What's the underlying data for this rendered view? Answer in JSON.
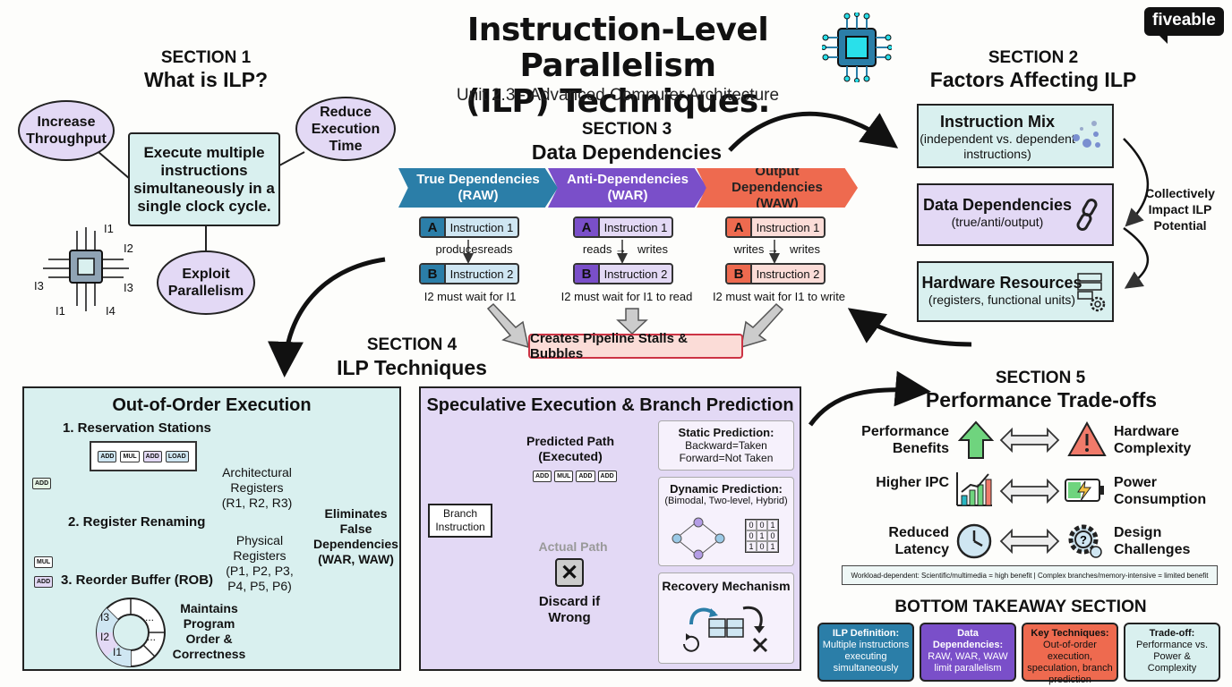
{
  "header": {
    "title_line1": "Instruction-Level Parallelism",
    "title_line2": "(ILP) Techniques.",
    "subtitle": "Unit 2.3 - Advanced Computer Architecture",
    "brand": "fiveable"
  },
  "section1": {
    "label": "SECTION 1",
    "title": "What is ILP?",
    "definition": "Execute multiple instructions simultaneously in a single clock cycle.",
    "bubbles": [
      "Increase Throughput",
      "Reduce Execution Time",
      "Exploit Parallelism"
    ],
    "chip_labels": [
      "I1",
      "I2",
      "I3",
      "I3",
      "I1",
      "I4"
    ]
  },
  "section2": {
    "label": "SECTION 2",
    "title": "Factors Affecting ILP",
    "factors": [
      {
        "title": "Instruction Mix",
        "desc": "(independent vs. dependent instructions)",
        "color": "#d9f0ef"
      },
      {
        "title": "Data Dependencies",
        "desc": "(true/anti/output)",
        "color": "#e3d9f5"
      },
      {
        "title": "Hardware Resources",
        "desc": "(registers, functional units)",
        "color": "#d9f0ef"
      }
    ],
    "impact": "Collectively Impact ILP Potential"
  },
  "section3": {
    "label": "SECTION 3",
    "title": "Data Dependencies",
    "deps": [
      {
        "name": "True Dependencies (RAW)",
        "color": "#2b7ea8",
        "light": "#cfe6f2",
        "a": "A",
        "b": "B",
        "i1": "Instruction 1",
        "i2": "Instruction 2",
        "left": "produces",
        "right": "reads",
        "wait": "I2 must wait for I1"
      },
      {
        "name": "Anti-Dependencies (WAR)",
        "color": "#7a4fc9",
        "light": "#e3d9f5",
        "a": "A",
        "b": "B",
        "i1": "Instruction 1",
        "i2": "Instruction 2",
        "left": "reads",
        "right": "writes",
        "wait": "I2 must wait for I1 to read"
      },
      {
        "name": "Output Dependencies (WAW)",
        "color": "#ee6a4f",
        "light": "#fbdcd7",
        "a": "A",
        "b": "B",
        "i1": "Instruction 1",
        "i2": "Instruction 2",
        "left": "writes",
        "right": "writes",
        "wait": "I2 must wait for I1 to write"
      }
    ],
    "stalls": "Creates Pipeline Stalls & Bubbles"
  },
  "section4": {
    "label": "SECTION 4",
    "title": "ILP Techniques",
    "ooo": {
      "title": "Out-of-Order Execution",
      "step1": "1. Reservation Stations",
      "step2": "2. Register Renaming",
      "step3": "3. Reorder Buffer (ROB)",
      "rs_chips": [
        "ADD",
        "MUL",
        "ADD",
        "LOAD"
      ],
      "side_chips": [
        "ADD",
        "MUL",
        "ADD"
      ],
      "arch": "Architectural Registers (R1, R2, R3)",
      "arch_title": "Architectural Registers",
      "arch_regs": "(R1, R2, R3)",
      "phys_title": "Physical Registers",
      "phys_regs": "(P1, P2, P3, P4, P5, P6)",
      "eliminates": "Eliminates False Dependencies (WAR, WAW)",
      "rob_labels": [
        "I3",
        "I2",
        "I1",
        "...",
        "..."
      ],
      "maintains": "Maintains Program Order & Correctness"
    },
    "spec": {
      "title": "Speculative Execution & Branch Prediction",
      "branch": "Branch Instruction",
      "predicted": "Predicted Path (Executed)",
      "pred_chips": [
        "ADD",
        "MUL",
        "ADD",
        "ADD"
      ],
      "actual": "Actual Path",
      "discard": "Discard if Wrong",
      "static_title": "Static Prediction:",
      "static_l1": "Backward=Taken",
      "static_l2": "Forward=Not Taken",
      "dynamic_title": "Dynamic Prediction:",
      "dynamic_sub": "(Bimodal, Two-level, Hybrid)",
      "table": [
        [
          "0",
          "0",
          "1"
        ],
        [
          "0",
          "1",
          "0"
        ],
        [
          "1",
          "0",
          "1"
        ]
      ],
      "recovery": "Recovery Mechanism"
    }
  },
  "section5": {
    "label": "SECTION 5",
    "title": "Performance Trade-offs",
    "rows": [
      {
        "left": "Performance Benefits",
        "left_icon": "up-arrow-icon",
        "right_icon": "warning-icon",
        "right": "Hardware Complexity"
      },
      {
        "left": "Higher IPC",
        "left_icon": "bar-chart-icon",
        "right_icon": "battery-icon",
        "right": "Power Consumption"
      },
      {
        "left": "Reduced Latency",
        "left_icon": "clock-icon",
        "right_icon": "gear-question-icon",
        "right": "Design Challenges"
      }
    ],
    "note": "Workload-dependent: Scientific/multimedia = high benefit | Complex branches/memory-intensive = limited benefit"
  },
  "takeaway": {
    "title": "BOTTOM TAKEAWAY SECTION",
    "cards": [
      {
        "head": "ILP Definition:",
        "body": "Multiple instructions executing simultaneously",
        "color": "#2b7ea8",
        "text": "#ffffff"
      },
      {
        "head": "Data Dependencies:",
        "body": "RAW, WAR, WAW limit parallelism",
        "color": "#7a4fc9",
        "text": "#ffffff"
      },
      {
        "head": "Key Techniques:",
        "body": "Out-of-order execution, speculation, branch prediction",
        "color": "#ee6a4f",
        "text": "#111111"
      },
      {
        "head": "Trade-off:",
        "body": "Performance vs. Power & Complexity",
        "color": "#d9f0ef",
        "text": "#111111"
      }
    ]
  }
}
